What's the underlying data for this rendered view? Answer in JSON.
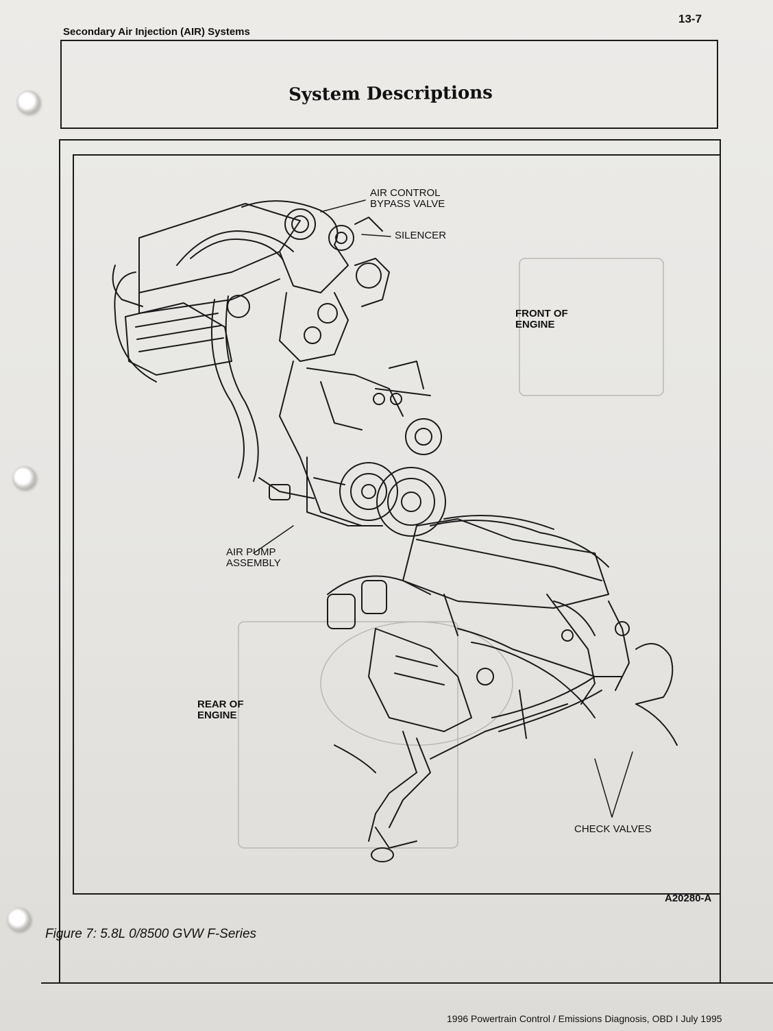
{
  "header": {
    "page_number": "13-7",
    "section_title": "Secondary Air Injection (AIR) Systems"
  },
  "title_box": {
    "title": "System Descriptions"
  },
  "figure": {
    "callouts": {
      "air_control_line1": "AIR CONTROL",
      "air_control_line2": "BYPASS VALVE",
      "silencer": "SILENCER",
      "front_line1": "FRONT OF",
      "front_line2": "ENGINE",
      "air_pump_line1": "AIR PUMP",
      "air_pump_line2": "ASSEMBLY",
      "rear_line1": "REAR OF",
      "rear_line2": "ENGINE",
      "check_valves": "CHECK VALVES"
    },
    "figure_id": "A20280-A",
    "caption": "Figure 7: 5.8L 0/8500 GVW F-Series"
  },
  "footer": {
    "text": "1996 Powertrain Control / Emissions Diagnosis, OBD I July 1995"
  },
  "icons": [
    "binder-ring-icon"
  ]
}
